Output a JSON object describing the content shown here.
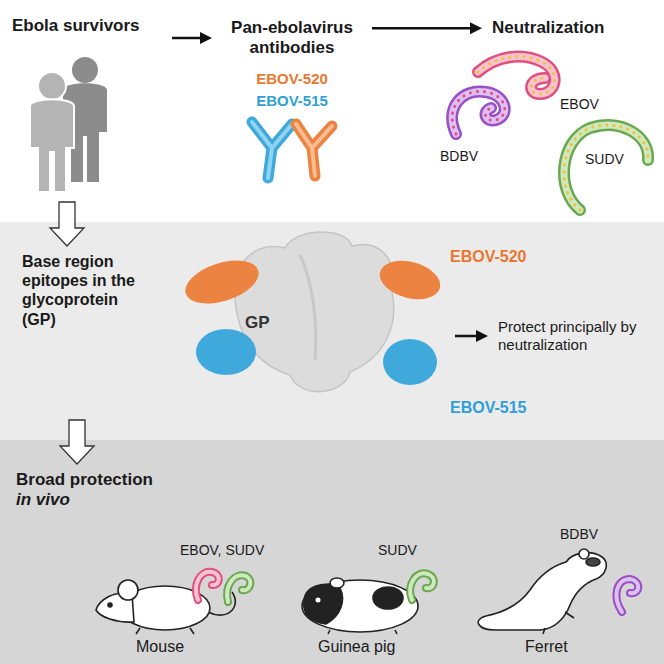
{
  "diagram": {
    "nodes": [
      {
        "text": [
          "Ebola survivors"
        ]
      },
      {
        "text": [
          "Pan-ebolavirus antibodies"
        ]
      },
      {
        "text": [
          "Neutralization"
        ]
      },
      {
        "text": [
          "Base region epitopes in the glycoprotein (GP)"
        ]
      },
      {
        "text": [
          "GP"
        ]
      },
      {
        "text": [
          "Protect principally by neutralization"
        ]
      },
      {
        "text": [
          "Broad protection",
          "in vivo"
        ]
      }
    ],
    "edges": [
      {
        "from": 0,
        "to": 1,
        "arrow": "to"
      },
      {
        "from": 1,
        "to": 2,
        "arrow": "to"
      },
      {
        "from": 0,
        "to": 3,
        "arrow": "to"
      },
      {
        "from": 4,
        "to": 5,
        "arrow": "to"
      },
      {
        "from": 3,
        "to": 6,
        "arrow": "to"
      }
    ],
    "labels": [
      "EBOV-520",
      "EBOV-515",
      "EBOV",
      "BDBV",
      "SUDV",
      "EBOV-520",
      "EBOV-515",
      "EBOV, SUDV",
      "SUDV",
      "BDBV",
      "Mouse",
      "Guinea pig",
      "Ferret"
    ]
  }
}
